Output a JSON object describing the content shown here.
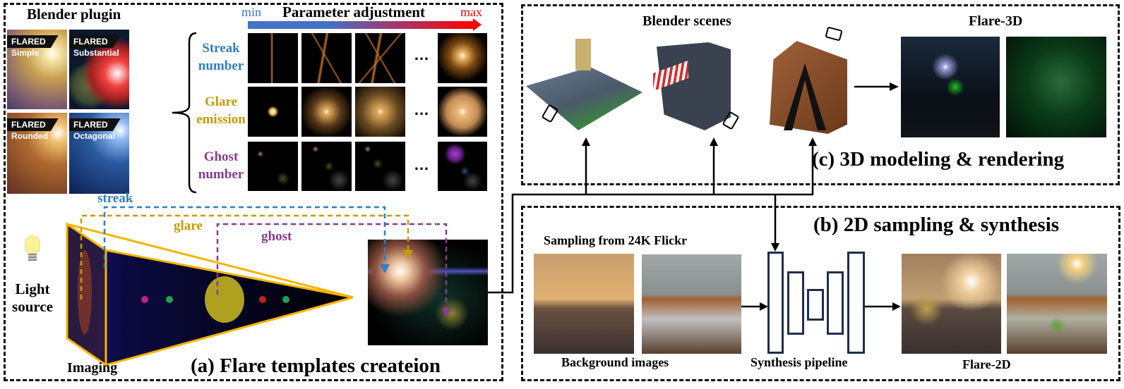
{
  "panel_a": {
    "title": "(a) Flare templates createion",
    "plugin": {
      "title": "Blender plugin",
      "brand": "FLARED",
      "presets": [
        "Simple",
        "Substantial",
        "Rounded",
        "Octagonal"
      ]
    },
    "param": {
      "title": "Parameter adjustment",
      "min": "min",
      "max": "max",
      "rows": [
        {
          "label_line1": "Streak",
          "label_line2": "number",
          "color": "#2f7fc1"
        },
        {
          "label_line1": "Glare",
          "label_line2": "emission",
          "color": "#c89a06"
        },
        {
          "label_line1": "Ghost",
          "label_line2": "number",
          "color": "#8a3a8e"
        }
      ],
      "ellipsis": "…"
    },
    "light_source": {
      "line1": "Light",
      "line2": "source"
    },
    "imaging": "Imaging",
    "paths": {
      "streak": "streak",
      "glare": "glare",
      "ghost": "ghost"
    }
  },
  "panel_c": {
    "title": "(c) 3D modeling & rendering",
    "scenes_label": "Blender scenes",
    "output_label": "Flare-3D"
  },
  "panel_b": {
    "title": "(b) 2D sampling & synthesis",
    "sampling_label": "Sampling from 24K Flickr",
    "background_label": "Background images",
    "pipeline_label": "Synthesis pipeline",
    "output_label": "Flare-2D"
  },
  "colors": {
    "streak": "#2f7fc1",
    "glare": "#c89a06",
    "ghost": "#8a3a8e",
    "frame": "#f5b400",
    "min": "#4472c4",
    "max": "#ff0000"
  }
}
